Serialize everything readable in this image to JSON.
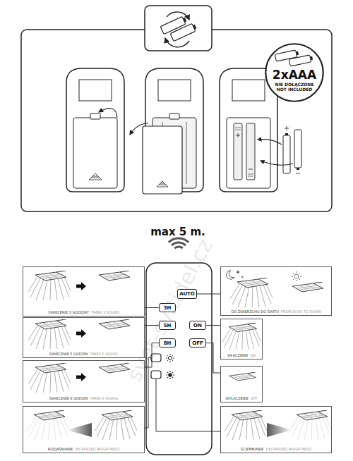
{
  "diagram": {
    "nodes": [
      {
        "text": [
          "2xAAA",
          "NIE DOŁĄCZONE",
          "NOT INCLUDED"
        ]
      },
      {
        "text": [
          "ŚWIECENIE 3 GODZINY",
          "TIMER 3 HOURS"
        ]
      },
      {
        "text": [
          "AUTO"
        ]
      },
      {
        "text": [
          "OD ZWIERZCHU DO ŚWITU",
          "FROM DUSK TO DOWN"
        ]
      },
      {
        "text": [
          "3H"
        ]
      },
      {
        "text": [
          "ŚWIECENIE 5 GODZIN",
          "TIMER 5 HOURS"
        ]
      },
      {
        "text": [
          "5H"
        ]
      },
      {
        "text": [
          "ON"
        ]
      },
      {
        "text": [
          "WŁĄCZENIE",
          "ON"
        ]
      },
      {
        "text": [
          "8H"
        ]
      },
      {
        "text": [
          "OFF"
        ]
      },
      {
        "text": [
          "ŚWIECENIE 8 GODZIN",
          "TIMER 8 HOURS"
        ]
      },
      {
        "text": [
          "WYŁĄCZENIE",
          "OFF"
        ]
      },
      {
        "text": [
          "ROZJAŚNIANIE",
          "INCREASED BRIGHTNESS"
        ]
      },
      {
        "text": [
          "ŚCIEMNIANIE",
          "DECREASED BRIGHTNESS"
        ]
      }
    ],
    "edges": [
      {
        "from": 2,
        "to": 3,
        "arrow": "none"
      },
      {
        "from": 4,
        "to": 1,
        "arrow": "none"
      },
      {
        "from": 6,
        "to": 5,
        "arrow": "none"
      },
      {
        "from": 7,
        "to": 8,
        "arrow": "none"
      },
      {
        "from": 9,
        "to": 11,
        "arrow": "none"
      },
      {
        "from": 10,
        "to": 12,
        "arrow": "none"
      }
    ],
    "labels": [
      "max 5 m.",
      "svet-svitidel.cz"
    ]
  }
}
